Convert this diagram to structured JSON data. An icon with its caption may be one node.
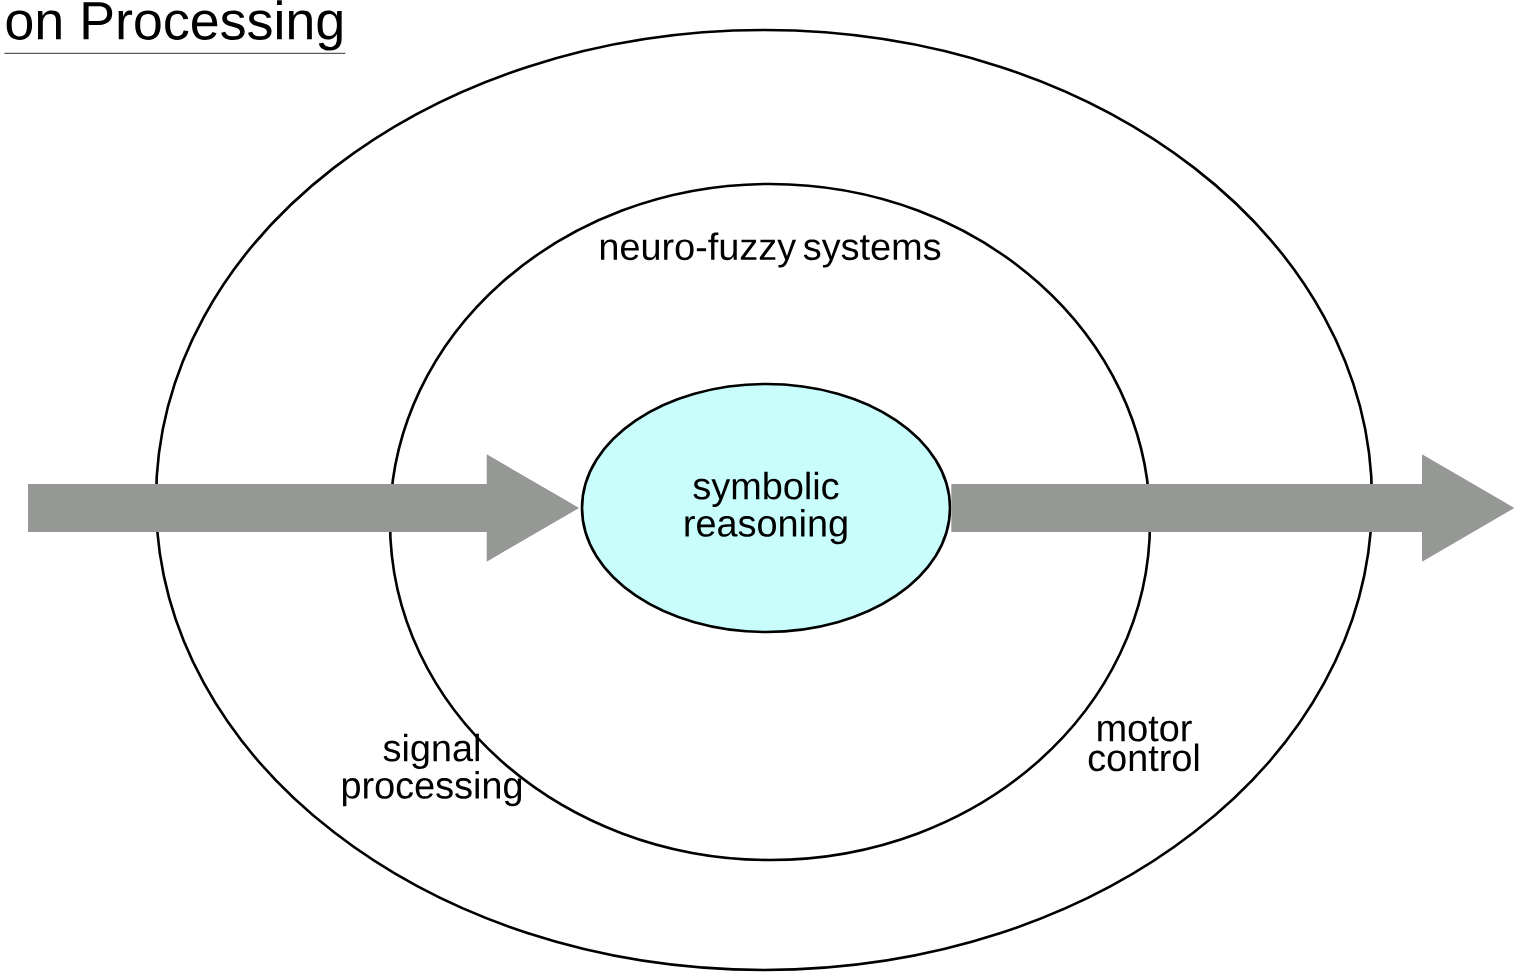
{
  "diagram": {
    "title": "on Processing",
    "nodes": [
      {
        "text": [
          "signal processing",
          "motor control"
        ]
      },
      {
        "text": [
          "neuro-fuzzy systems"
        ],
        "in": 0
      },
      {
        "text": [
          "symbolic reasoning"
        ],
        "in": 1
      }
    ],
    "edges": [
      {
        "from": null,
        "to": 2,
        "arrow": "to"
      },
      {
        "from": 2,
        "to": null,
        "arrow": "to"
      }
    ]
  }
}
